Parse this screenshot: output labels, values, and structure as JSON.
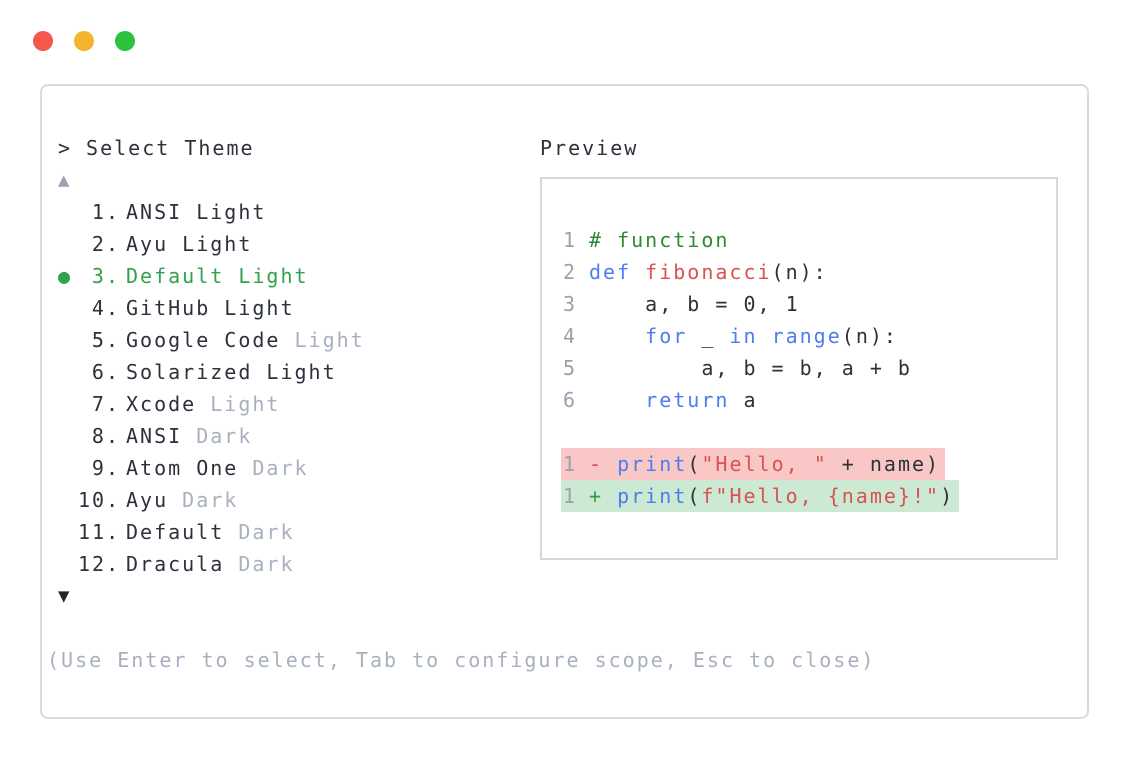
{
  "window": {
    "controls": [
      {
        "name": "close",
        "color": "#f4574c"
      },
      {
        "name": "minimize",
        "color": "#f3b530"
      },
      {
        "name": "maximize",
        "color": "#2bc23c"
      }
    ]
  },
  "dialog": {
    "prompt_symbol": ">",
    "title": "Select Theme",
    "scroll_up_icon": "▲",
    "scroll_down_icon": "▼",
    "selected_bullet": "●",
    "items": [
      {
        "num": "1.",
        "label": "ANSI Light",
        "muted": "",
        "selected": false
      },
      {
        "num": "2.",
        "label": "Ayu Light",
        "muted": "",
        "selected": false
      },
      {
        "num": "3.",
        "label": "Default Light",
        "muted": "",
        "selected": true
      },
      {
        "num": "4.",
        "label": "GitHub Light",
        "muted": "",
        "selected": false
      },
      {
        "num": "5.",
        "label": "Google Code",
        "muted": "Light",
        "selected": false
      },
      {
        "num": "6.",
        "label": "Solarized Light",
        "muted": "",
        "selected": false
      },
      {
        "num": "7.",
        "label": "Xcode",
        "muted": "Light",
        "selected": false
      },
      {
        "num": "8.",
        "label": "ANSI",
        "muted": "Dark",
        "selected": false
      },
      {
        "num": "9.",
        "label": "Atom One",
        "muted": "Dark",
        "selected": false
      },
      {
        "num": "10.",
        "label": "Ayu",
        "muted": "Dark",
        "selected": false
      },
      {
        "num": "11.",
        "label": "Default",
        "muted": "Dark",
        "selected": false
      },
      {
        "num": "12.",
        "label": "Dracula",
        "muted": "Dark",
        "selected": false
      }
    ],
    "help_text": "(Use Enter to select, Tab to configure scope, Esc to close)"
  },
  "preview": {
    "title": "Preview",
    "code_lines": [
      {
        "ln": "1",
        "tokens": [
          [
            "cm",
            "# function"
          ]
        ]
      },
      {
        "ln": "2",
        "tokens": [
          [
            "kw",
            "def"
          ],
          [
            "pl",
            " "
          ],
          [
            "fn",
            "fibonacci"
          ],
          [
            "pl",
            "(n):"
          ]
        ]
      },
      {
        "ln": "3",
        "tokens": [
          [
            "pl",
            "    a, b = 0, 1"
          ]
        ]
      },
      {
        "ln": "4",
        "tokens": [
          [
            "pl",
            "    "
          ],
          [
            "kw",
            "for"
          ],
          [
            "pl",
            " _ "
          ],
          [
            "kw",
            "in"
          ],
          [
            "pl",
            " "
          ],
          [
            "kw",
            "range"
          ],
          [
            "pl",
            "(n):"
          ]
        ]
      },
      {
        "ln": "5",
        "tokens": [
          [
            "pl",
            "        a, b = b, a + b"
          ]
        ]
      },
      {
        "ln": "6",
        "tokens": [
          [
            "pl",
            "    "
          ],
          [
            "kw",
            "return"
          ],
          [
            "pl",
            " a"
          ]
        ]
      }
    ],
    "diff_lines": [
      {
        "ln": "1",
        "kind": "del",
        "tokens": [
          [
            "del",
            "- "
          ],
          [
            "kw",
            "print"
          ],
          [
            "pl",
            "("
          ],
          [
            "str",
            "\"Hello, \""
          ],
          [
            "pl",
            " + name)"
          ]
        ]
      },
      {
        "ln": "1",
        "kind": "add",
        "tokens": [
          [
            "add",
            "+ "
          ],
          [
            "kw",
            "print"
          ],
          [
            "pl",
            "("
          ],
          [
            "str",
            "f\"Hello, {name}!\""
          ],
          [
            "pl",
            ")"
          ]
        ]
      }
    ]
  },
  "colors": {
    "text": "#2c323b",
    "muted": "#a8b0bf",
    "border": "#d7dbe2",
    "border2": "#d3d8e0",
    "lngray": "#99a1ae",
    "sel-green": "#32a14b",
    "comment-green": "#2e8b32",
    "kw-blue": "#4e7df0",
    "red": "#d9534f",
    "del-red": "#d04a4a",
    "add-green": "#2f9e44",
    "del-bg": "#f9c8c6",
    "add-bg": "#cce9d4",
    "arrow-up": "#99a3b2",
    "arrow-down": "#21252e"
  }
}
